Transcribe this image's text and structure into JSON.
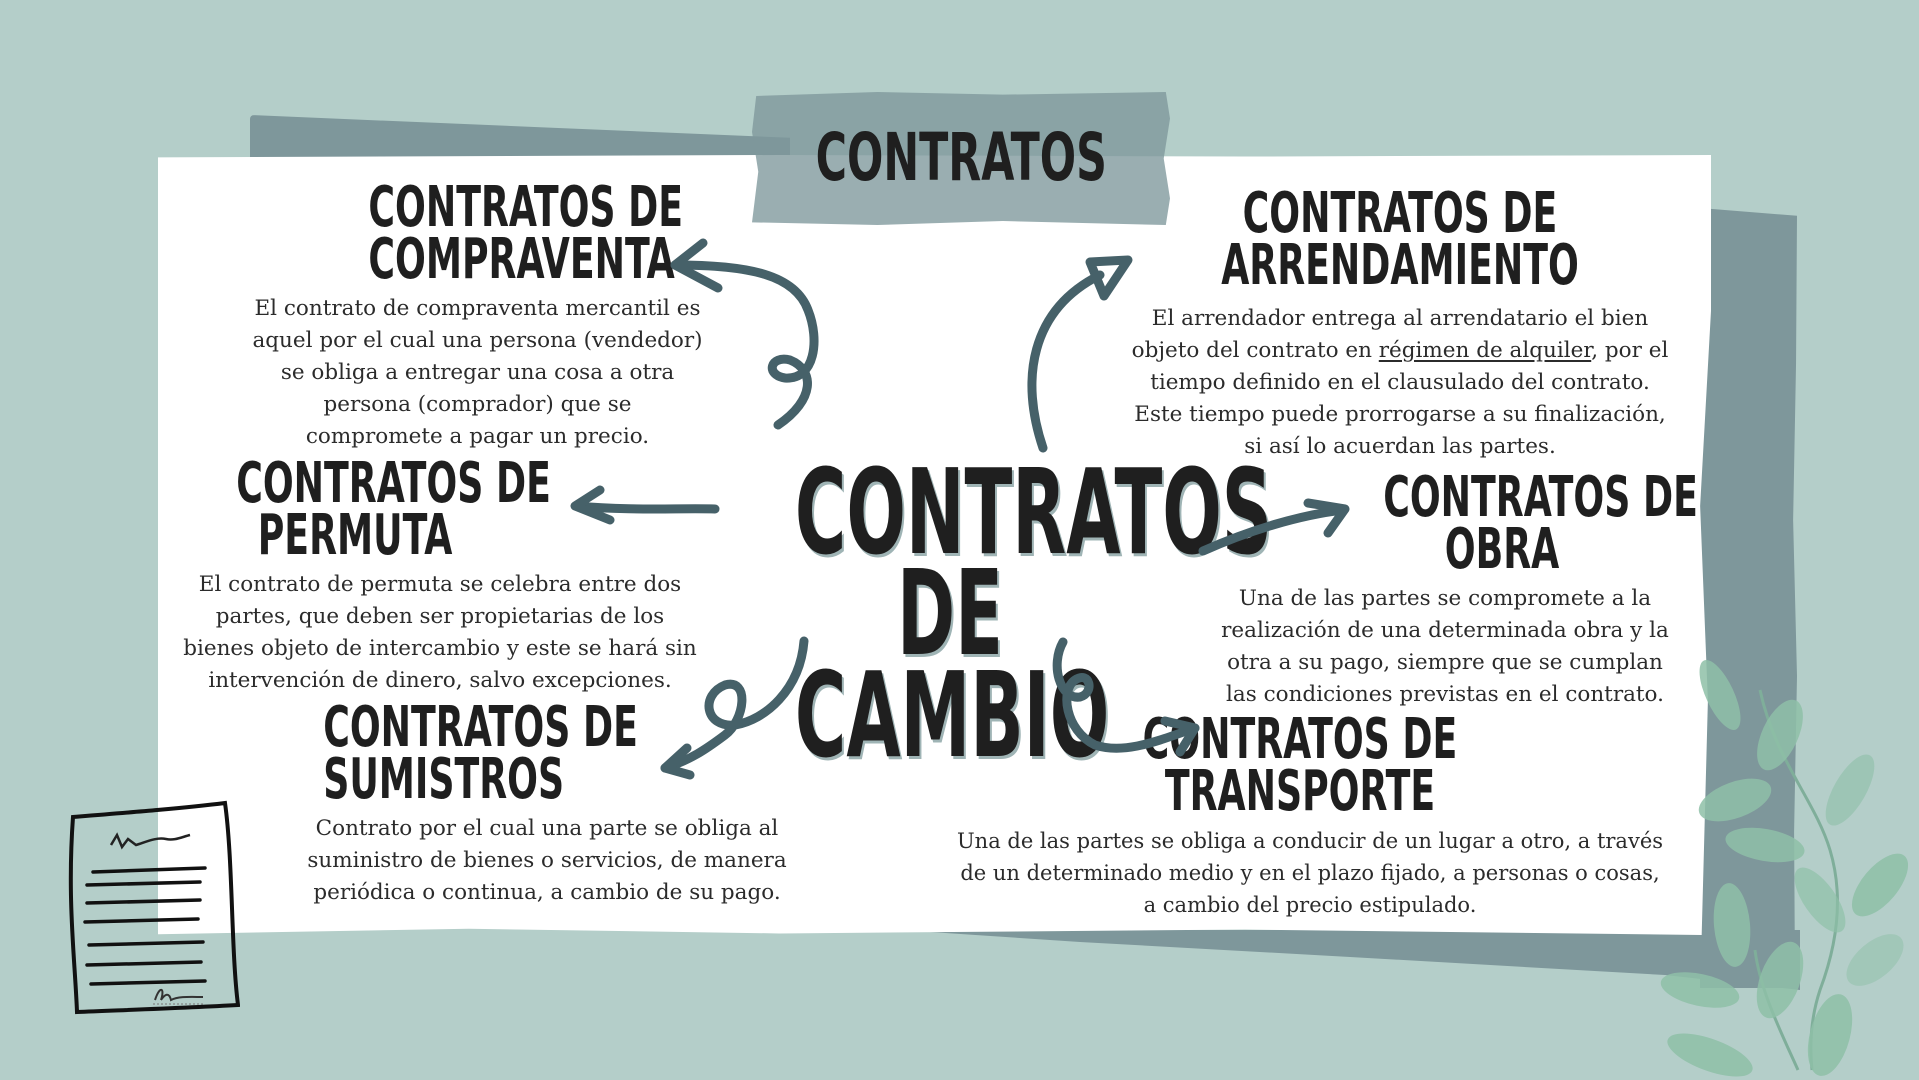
{
  "header": {
    "title": "CONTRATOS"
  },
  "center": {
    "line1": "CONTRATOS",
    "line2": "DE CAMBIO"
  },
  "sections": [
    {
      "id": "compraventa",
      "heading_line1": "CONTRATOS DE",
      "heading_line2": "COMPRAVENTA",
      "body": [
        "El contrato de compraventa mercantil es",
        "aquel por el cual una persona (vendedor)",
        "se obliga a entregar una cosa a otra",
        "persona (comprador) que se",
        "compromete a pagar un precio."
      ]
    },
    {
      "id": "arrendamiento",
      "heading_line1": "CONTRATOS DE",
      "heading_line2": "ARRENDAMIENTO",
      "body_line1": "El arrendador entrega al arrendatario el bien",
      "body_line2_pre": "objeto del contrato en ",
      "body_line2_link": "régimen de alquiler",
      "body_line2_post": ", por el",
      "body_rest": [
        "tiempo definido en el clausulado del contrato.",
        "Este tiempo puede prorrogarse a su finalización,",
        "si así lo acuerdan las partes."
      ]
    },
    {
      "id": "permuta",
      "heading_line1": "CONTRATOS DE",
      "heading_line2": "PERMUTA",
      "body": [
        "El contrato de permuta se celebra entre dos",
        "partes, que deben ser propietarias de los",
        "bienes objeto de intercambio y este se hará sin",
        "intervención de dinero, salvo excepciones."
      ]
    },
    {
      "id": "obra",
      "heading_line1": "CONTRATOS DE",
      "heading_line2": "OBRA",
      "body": [
        "Una de las partes se compromete a la",
        "realización de una determinada obra y la",
        "otra a su pago, siempre que se cumplan",
        "las condiciones previstas en el contrato."
      ]
    },
    {
      "id": "sumistros",
      "heading_line1": "CONTRATOS DE",
      "heading_line2": "SUMISTROS",
      "body": [
        "Contrato por el cual una parte se obliga al",
        "suministro de bienes o servicios, de manera",
        "periódica o continua, a cambio de su pago."
      ]
    },
    {
      "id": "transporte",
      "heading_line1": "CONTRATOS DE",
      "heading_line2": "TRANSPORTE",
      "body": [
        "Una de las partes se obliga a conducir de un lugar a otro, a través",
        "de un determinado medio y en el plazo fijado, a personas o cosas,",
        "a cambio del precio estipulado."
      ]
    }
  ],
  "decorations": {
    "document_icon": "signed-document-icon",
    "leaves": "eucalyptus-branch-icon"
  },
  "colors": {
    "background": "#b4cec9",
    "backdrop_grey": "#7e979b",
    "card": "#ffffff",
    "arrow": "#466169",
    "text": "#1f1f1f"
  }
}
